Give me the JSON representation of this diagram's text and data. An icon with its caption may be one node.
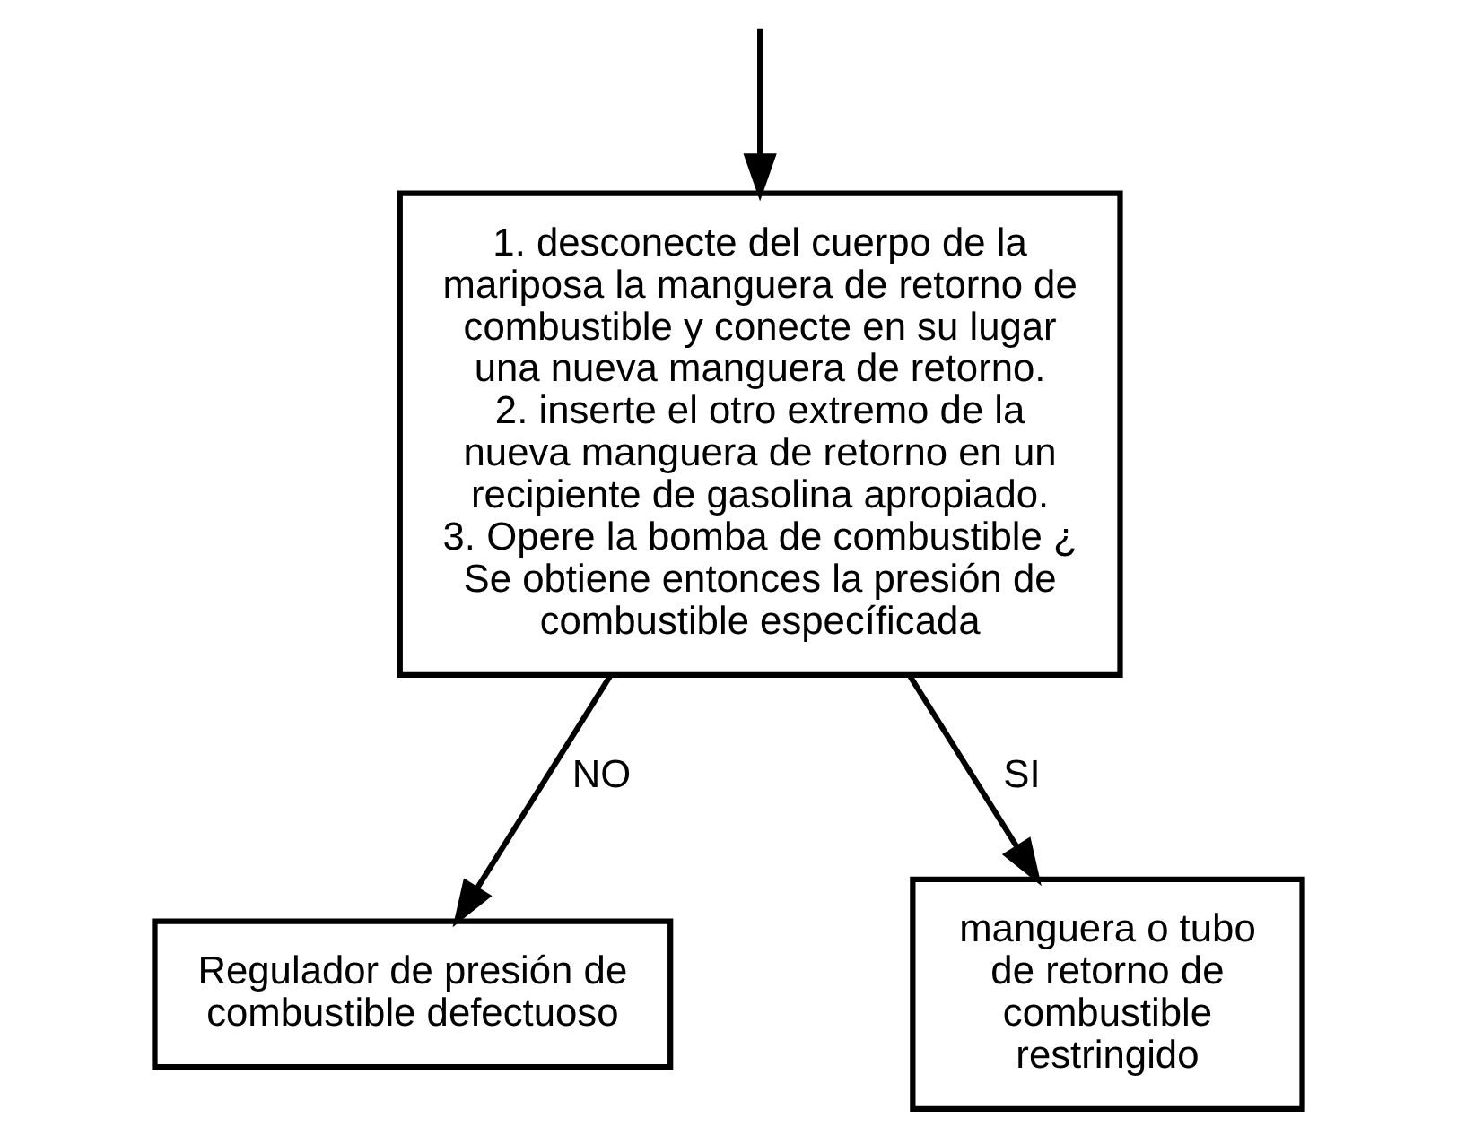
{
  "diagram": {
    "nodes": [
      {
        "text": [
          "1. desconecte del cuerpo de la mariposa la manguera de retorno de combustible y conecte en su lugar una nueva manguera de retorno.",
          "2. inserte el otro extremo de la nueva manguera de retorno en un recipiente de gasolina apropiado.",
          "3. Opere la bomba de combustible ¿ Se obtiene entonces la presión de combustible específicada"
        ]
      },
      {
        "text": [
          "Regulador de presión de combustible defectuoso"
        ]
      },
      {
        "text": [
          "manguera o tubo de retorno de combustible restringido"
        ]
      }
    ],
    "edges": [
      {
        "from": null,
        "to": 0,
        "arrow": "to"
      },
      {
        "from": 0,
        "to": 1,
        "arrow": "to",
        "label": "NO"
      },
      {
        "from": 0,
        "to": 2,
        "arrow": "to",
        "label": "SI"
      }
    ]
  }
}
